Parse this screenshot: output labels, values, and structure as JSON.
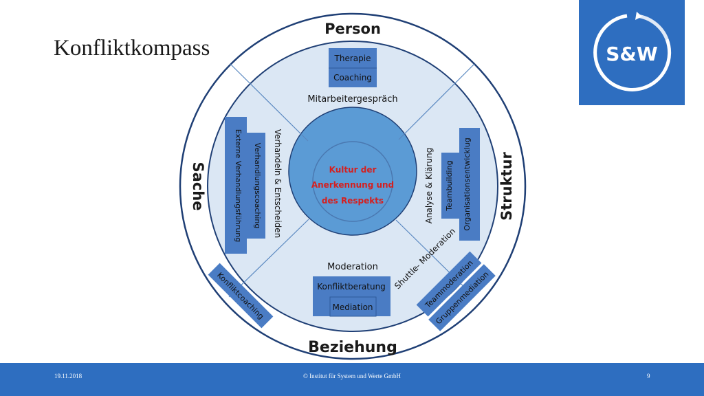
{
  "title": "Konfliktkompass",
  "logo": {
    "text": "S&W"
  },
  "directions": {
    "top": "Person",
    "bottom": "Beziehung",
    "left": "Sache",
    "right": "Struktur"
  },
  "core": [
    "Kultur der",
    "Anerkennung und",
    "des Respekts"
  ],
  "top_sector": {
    "boxes": [
      "Therapie",
      "Coaching"
    ],
    "label": "Mitarbeitergespräch"
  },
  "left_sector": {
    "label": "Verhandeln & Entscheiden",
    "inner_box": "Verhandlungscoaching",
    "outer_box": "Externe Verhandlungsführung"
  },
  "right_sector": {
    "label": "Analyse & Klärung",
    "inner_box": "Teambuilding",
    "outer_box": "Organisationsentwicklug"
  },
  "bottom_sector": {
    "label": "Moderation",
    "boxes": [
      "Konfliktberatung",
      "Mediation"
    ]
  },
  "shuttle": "Shuttle- Moderation",
  "outer_boxes": {
    "left": "Konfliktcoaching",
    "right_1": "Teammoderation",
    "right_2": "Gruppenmediation"
  },
  "footer": {
    "date": "19.11.2018",
    "center": "© Institut für System und Werte GmbH",
    "page": "9"
  },
  "colors": {
    "accent": "#2e6ec0",
    "box": "#4a7cc4",
    "core_text": "#d42020",
    "ring": "#dbe7f4",
    "center": "#5b9bd5"
  }
}
